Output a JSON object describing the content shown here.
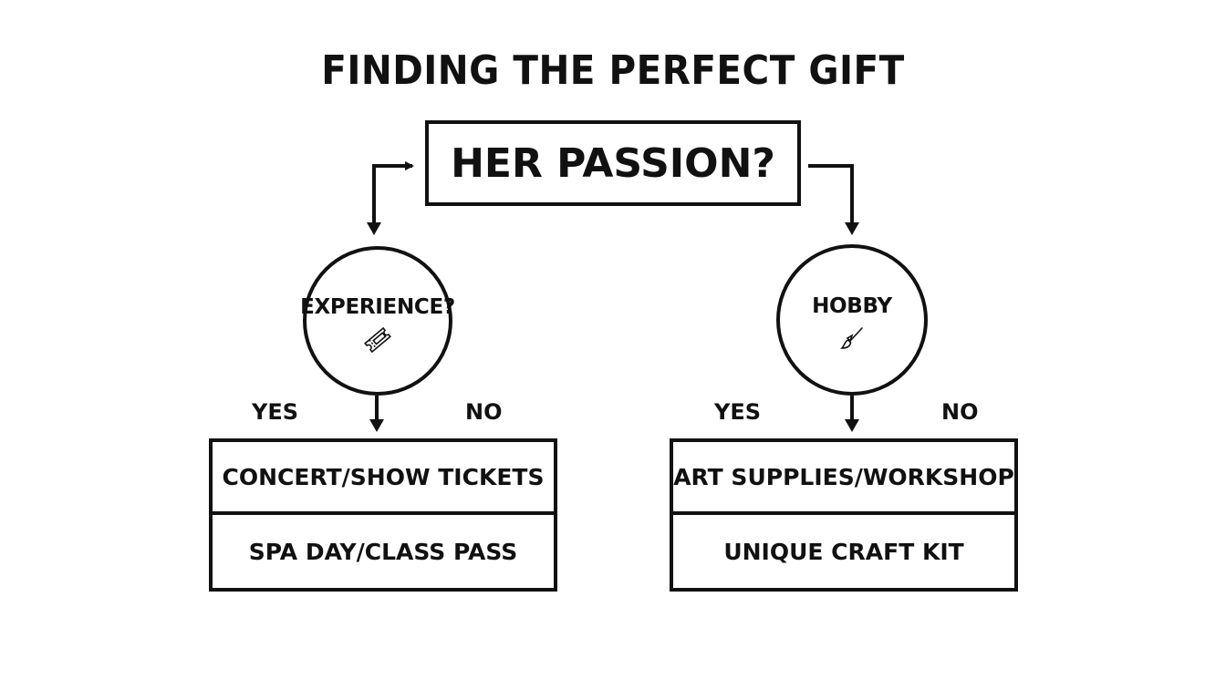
{
  "title": "FINDING THE PERFECT GIFT",
  "root": {
    "label": "HER PASSION?"
  },
  "left_node": {
    "label": "EXPERIENCE?",
    "icon": "ticket-icon",
    "yes_label": "YES",
    "no_label": "NO",
    "options": [
      "CONCERT/SHOW TICKETS",
      "SPA DAY/CLASS PASS"
    ]
  },
  "right_node": {
    "label": "HOBBY",
    "icon": "paintbrush-icon",
    "yes_label": "YES",
    "no_label": "NO",
    "options": [
      "ART SUPPLIES/WORKSHOP",
      "UNIQUE CRAFT KIT"
    ]
  },
  "colors": {
    "line": "#111111",
    "background": "#ffffff"
  }
}
